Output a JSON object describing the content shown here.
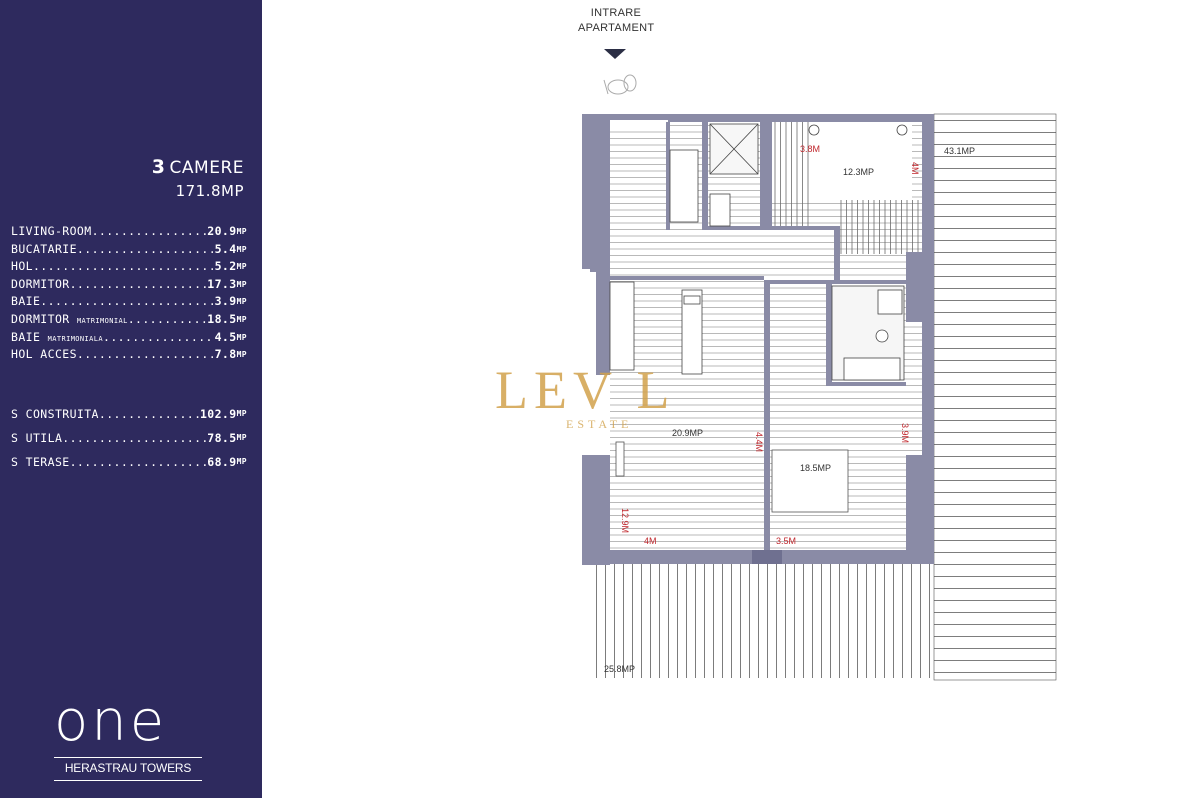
{
  "summary": {
    "rooms_count": "3",
    "rooms_word": "CAMERE",
    "total_area": "171.8MP"
  },
  "rooms": [
    {
      "label": "LIVING-ROOM",
      "label_small": "",
      "value": "20.9",
      "unit": "MP"
    },
    {
      "label": "BUCATARIE",
      "label_small": "",
      "value": "5.4",
      "unit": "MP"
    },
    {
      "label": "HOL",
      "label_small": "",
      "value": "5.2",
      "unit": "MP"
    },
    {
      "label": "DORMITOR",
      "label_small": "",
      "value": "17.3",
      "unit": "MP"
    },
    {
      "label": "BAIE",
      "label_small": "",
      "value": "3.9",
      "unit": "MP"
    },
    {
      "label": "DORMITOR ",
      "label_small": "MATRIMONIAL",
      "value": "18.5",
      "unit": "MP"
    },
    {
      "label": "BAIE ",
      "label_small": "MATRIMONIALA",
      "value": "4.5",
      "unit": "MP"
    },
    {
      "label": "HOL ACCES",
      "label_small": "",
      "value": "7.8",
      "unit": "MP"
    }
  ],
  "totals": [
    {
      "label": "S CONSTRUITA ",
      "value": "102.9",
      "unit": "MP"
    },
    {
      "label": "S UTILA ",
      "value": "78.5",
      "unit": "MP"
    },
    {
      "label": "S TERASE ",
      "value": "68.9",
      "unit": "MP"
    }
  ],
  "brand": {
    "logo_text": "one",
    "subtitle": "HERASTRAU TOWERS"
  },
  "entrance": {
    "line1": "INTRARE",
    "line2": "APARTAMENT"
  },
  "plan": {
    "dim_bath_w": "3.8M",
    "dim_bath_h": "4M",
    "dim_liv_h": "4.4M",
    "dim_bed_h": "3.9M",
    "dim_liv_side": "12.9M",
    "dim_liv_w": "4M",
    "dim_bed_w": "3.5M",
    "area_bed": "12.3MP",
    "area_living": "20.9MP",
    "area_master": "18.5MP",
    "area_terrace_right": "43.1MP",
    "area_terrace_bottom": "25.8MP"
  },
  "watermark": {
    "main": "LEV L",
    "sub": "ESTATE"
  },
  "colors": {
    "panel": "#2e2a5e",
    "wall": "#8a8ba6",
    "dimension": "#c0272d",
    "watermark": "#d2a24c"
  }
}
